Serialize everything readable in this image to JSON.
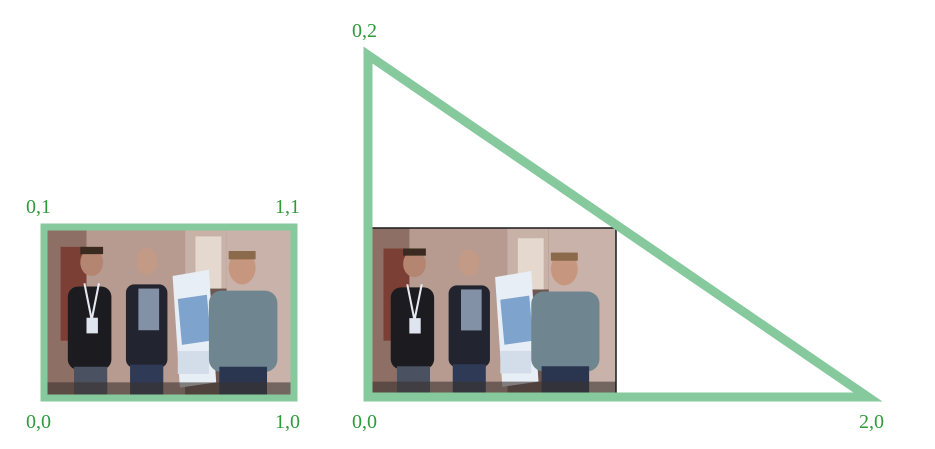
{
  "colors": {
    "stroke": "#86c99c",
    "label": "#2e9a3a",
    "background": "#ffffff"
  },
  "left_figure": {
    "labels": {
      "top_left": "0,1",
      "top_right": "1,1",
      "bottom_left": "0,0",
      "bottom_right": "1,0"
    }
  },
  "right_figure": {
    "labels": {
      "apex": "0,2",
      "origin": "0,0",
      "right": "2,0"
    }
  }
}
